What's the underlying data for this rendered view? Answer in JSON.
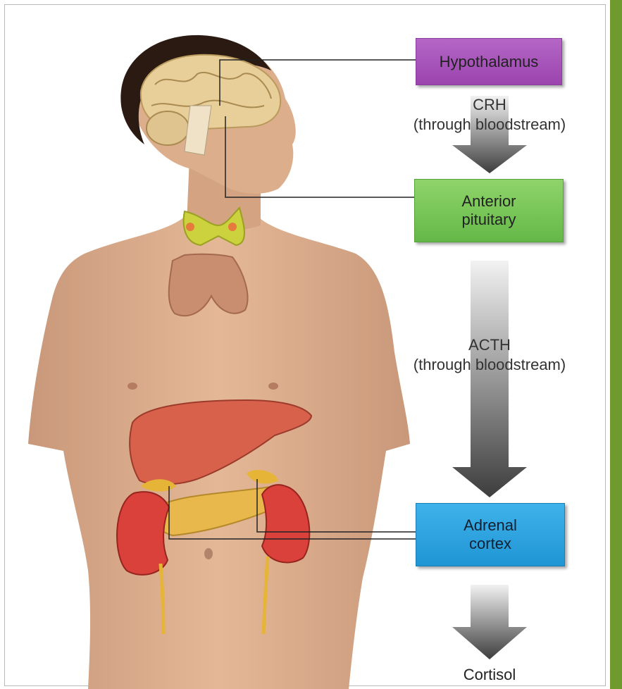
{
  "title": "",
  "boxes": {
    "hypothalamus": "Hypothalamus",
    "anterior_pituitary": "Anterior\npituitary",
    "adrenal_cortex": "Adrenal\ncortex"
  },
  "hormones": {
    "crh": "CRH\n(through bloodstream)",
    "acth": "ACTH\n(through bloodstream)",
    "output": "Cortisol"
  },
  "colors": {
    "hypothalamus": "#a556b8",
    "anterior_pituitary": "#78c558",
    "adrenal_cortex": "#2aa3df",
    "accent_bar": "#6e9a2e",
    "skin": "#dcae8b"
  },
  "illustration": "human-torso-anatomy"
}
